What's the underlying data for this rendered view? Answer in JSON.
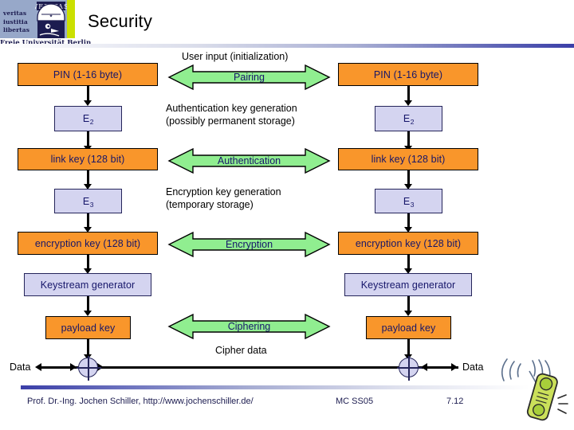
{
  "logo": {
    "motto_lines": [
      "veritas",
      "iustitia",
      "libertas"
    ],
    "university": "Freie Universität Berlin",
    "seal_text": "VERITAS",
    "bg_color": "#97a8c9",
    "stripe_color": "#cbe000"
  },
  "header": {
    "title": "Security"
  },
  "footer": {
    "author": "Prof. Dr.-Ing. Jochen Schiller, http://www.jochenschiller.de/",
    "course": "MC SS05",
    "page": "7.12"
  },
  "colors": {
    "key_box_fill": "#f9962b",
    "func_box_fill": "#d4d4f0",
    "arrow_fill": "#90ee90",
    "box_text": "#16166a",
    "rule_accent": "#3b3fa8"
  },
  "left_column": {
    "name": "device-a-chain",
    "boxes": [
      {
        "label": "PIN (1-16 byte)",
        "style": "orange"
      },
      {
        "label": "E",
        "sub": "2",
        "style": "lavender"
      },
      {
        "label": "link key (128 bit)",
        "style": "orange"
      },
      {
        "label": "E",
        "sub": "3",
        "style": "lavender"
      },
      {
        "label": "encryption key (128 bit)",
        "style": "orange"
      },
      {
        "label": "Keystream generator",
        "style": "lavender"
      },
      {
        "label": "payload key",
        "style": "orange"
      }
    ]
  },
  "right_column": {
    "name": "device-b-chain",
    "boxes": [
      {
        "label": "PIN (1-16 byte)",
        "style": "orange"
      },
      {
        "label": "E",
        "sub": "2",
        "style": "lavender"
      },
      {
        "label": "link key (128 bit)",
        "style": "orange"
      },
      {
        "label": "E",
        "sub": "3",
        "style": "lavender"
      },
      {
        "label": "encryption key (128 bit)",
        "style": "orange"
      },
      {
        "label": "Keystream generator",
        "style": "lavender"
      },
      {
        "label": "payload key",
        "style": "orange"
      }
    ]
  },
  "middle_column": {
    "captions": [
      {
        "text": "User input (initialization)"
      },
      {
        "line1": "Authentication key generation",
        "line2": "(possibly permanent storage)"
      },
      {
        "line1": "Encryption key generation",
        "line2": "(temporary storage)"
      },
      {
        "text": "Cipher data"
      }
    ],
    "arrows": [
      {
        "label": "Pairing"
      },
      {
        "label": "Authentication"
      },
      {
        "label": "Encryption"
      },
      {
        "label": "Ciphering"
      }
    ]
  },
  "data_line": {
    "left_label": "Data",
    "right_label": "Data",
    "xor_symbol": "xor"
  }
}
